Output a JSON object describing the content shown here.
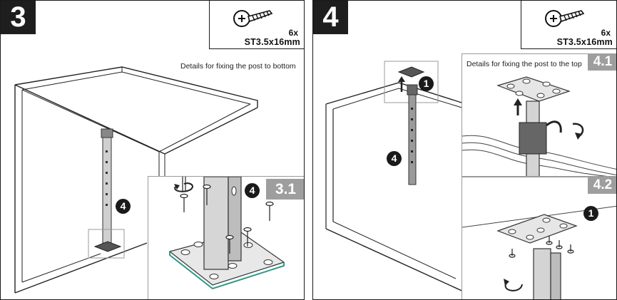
{
  "step3": {
    "number": "3",
    "screw_qty": "6x",
    "screw_spec": "ST3.5x16mm",
    "caption": "Details  for fixing  the post to bottom",
    "sub_label": "3.1",
    "post_marker": "4",
    "detail_marker": "4"
  },
  "step4": {
    "number": "4",
    "screw_qty": "6x",
    "screw_spec": "ST3.5x16mm",
    "caption": "Details  for  fixing  the  post to the top",
    "sub_label_top": "4.1",
    "sub_label_bottom": "4.2",
    "marker_top_bracket": "1",
    "marker_post": "4",
    "marker_plate": "1"
  },
  "colors": {
    "ink": "#1a1a1a",
    "tag_gray": "#9e9e9e",
    "plate_edge_accent": "#2f9a8a"
  },
  "icons": [
    "screw-icon",
    "rotate-arrow-icon",
    "up-arrow-icon"
  ]
}
